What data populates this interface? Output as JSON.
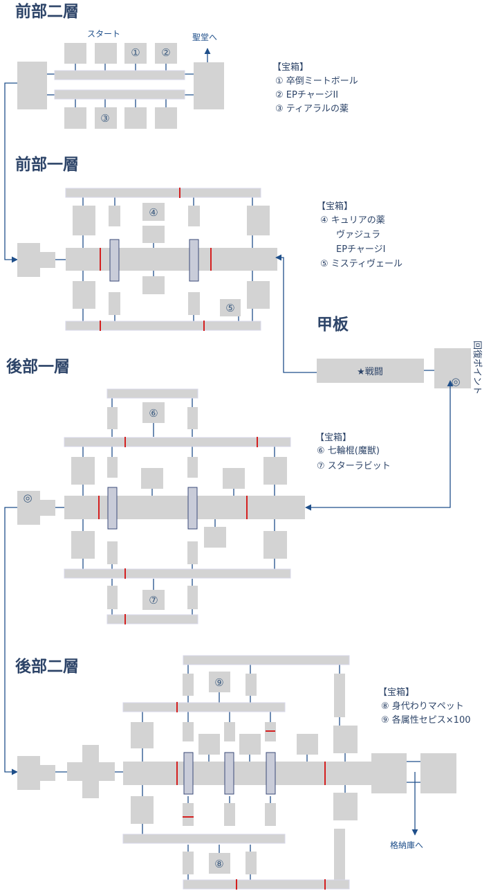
{
  "floors": {
    "front2": "前部二層",
    "front1": "前部一層",
    "rear1": "後部一層",
    "rear2": "後部二層",
    "deck": "甲板"
  },
  "labels": {
    "start": "スタート",
    "sanctuary": "聖堂へ",
    "battle": "★戦闘",
    "recovery": "回復ポイント",
    "storage": "格納庫へ"
  },
  "markers": {
    "m1": "①",
    "m2": "②",
    "m3": "③",
    "m4": "④",
    "m5": "⑤",
    "m6": "⑥",
    "m7": "⑦",
    "m8": "⑧",
    "m9": "⑨",
    "heal": "◎"
  },
  "legends": {
    "front2": {
      "heading": "【宝箱】",
      "items": [
        "① 卒倒ミートボール",
        "② EPチャージII",
        "③ ティアラルの薬"
      ]
    },
    "front1": {
      "heading": "【宝箱】",
      "items": [
        "④ キュリアの薬",
        "ヴァジュラ",
        "EPチャージI",
        "⑤ ミスティヴェール"
      ]
    },
    "rear1": {
      "heading": "【宝箱】",
      "items": [
        "⑥ 七輪棍(魔獣)",
        "⑦ スターラビット"
      ]
    },
    "rear2": {
      "heading": "【宝箱】",
      "items": [
        "⑧ 身代わりマペット",
        "⑨ 各属性セピス×100"
      ]
    }
  },
  "colors": {
    "room": "#d3d3d3",
    "corridor_link": "#1f4f8a",
    "door": "#d41e1e",
    "title": "#2d4468"
  }
}
